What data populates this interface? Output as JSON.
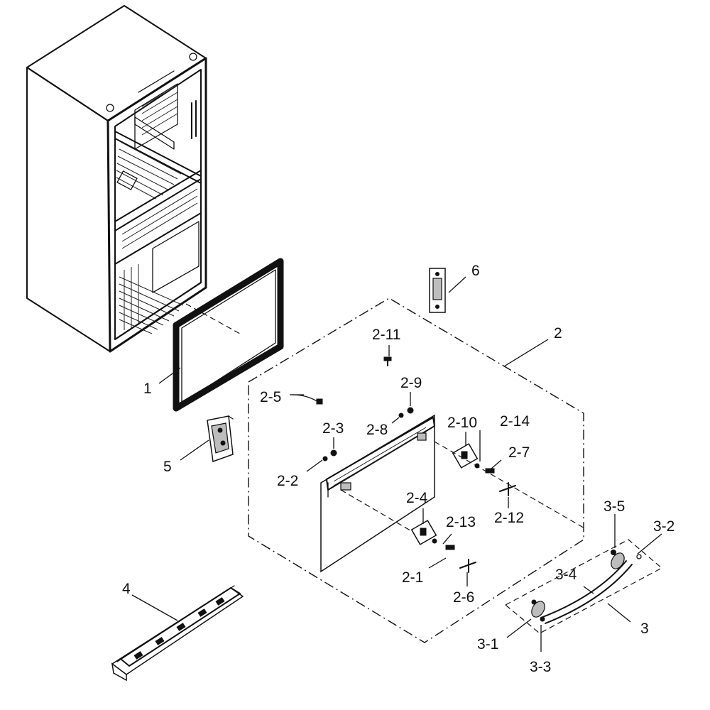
{
  "diagram": {
    "callouts": [
      {
        "id": "1",
        "text": "1"
      },
      {
        "id": "2",
        "text": "2"
      },
      {
        "id": "2-1",
        "text": "2-1"
      },
      {
        "id": "2-2",
        "text": "2-2"
      },
      {
        "id": "2-3",
        "text": "2-3"
      },
      {
        "id": "2-4",
        "text": "2-4"
      },
      {
        "id": "2-5",
        "text": "2-5"
      },
      {
        "id": "2-6",
        "text": "2-6"
      },
      {
        "id": "2-7",
        "text": "2-7"
      },
      {
        "id": "2-8",
        "text": "2-8"
      },
      {
        "id": "2-9",
        "text": "2-9"
      },
      {
        "id": "2-10",
        "text": "2-10"
      },
      {
        "id": "2-11",
        "text": "2-11"
      },
      {
        "id": "2-12",
        "text": "2-12"
      },
      {
        "id": "2-13",
        "text": "2-13"
      },
      {
        "id": "2-14",
        "text": "2-14"
      },
      {
        "id": "3",
        "text": "3"
      },
      {
        "id": "3-1",
        "text": "3-1"
      },
      {
        "id": "3-2",
        "text": "3-2"
      },
      {
        "id": "3-3",
        "text": "3-3"
      },
      {
        "id": "3-4",
        "text": "3-4"
      },
      {
        "id": "3-5",
        "text": "3-5"
      },
      {
        "id": "4",
        "text": "4"
      },
      {
        "id": "5",
        "text": "5"
      },
      {
        "id": "6",
        "text": "6"
      }
    ]
  }
}
